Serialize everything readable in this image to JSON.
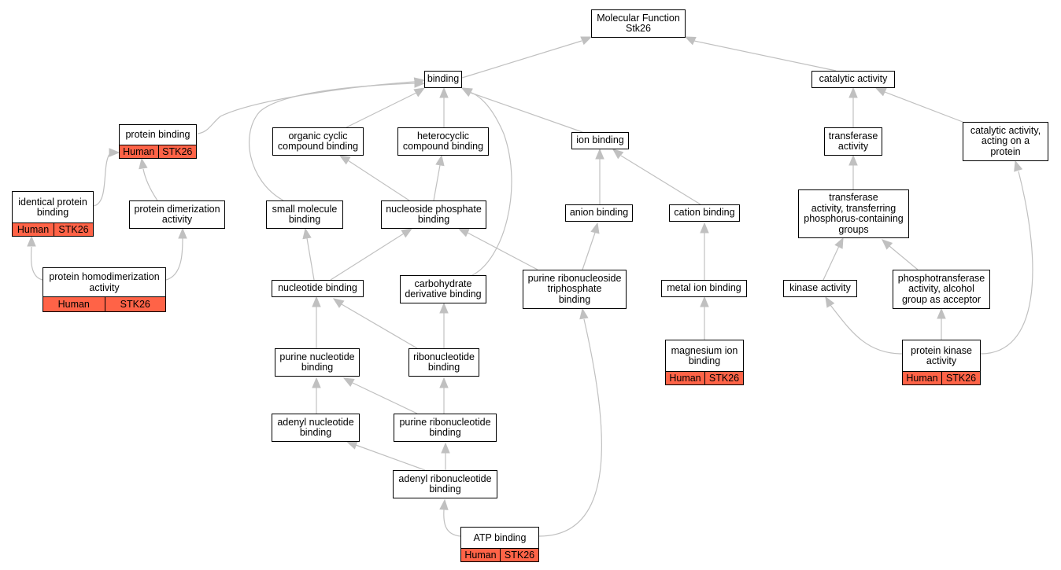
{
  "colors": {
    "annotated": "#ff6347",
    "edge": "#c0c0c0",
    "border": "#000000"
  },
  "nodes": {
    "mf": {
      "label": "Molecular Function\nStk26"
    },
    "binding": {
      "label": "binding"
    },
    "catalytic": {
      "label": "catalytic activity"
    },
    "protein_binding": {
      "label": "protein binding",
      "species": "Human",
      "gene": "STK26"
    },
    "organic_cyclic": {
      "label": "organic cyclic\ncompound binding"
    },
    "heterocyclic": {
      "label": "heterocyclic\ncompound binding"
    },
    "ion_binding": {
      "label": "ion binding"
    },
    "transferase": {
      "label": "transferase\nactivity"
    },
    "cat_protein": {
      "label": "catalytic activity,\nacting on a\nprotein"
    },
    "identical": {
      "label": "identical protein\nbinding",
      "species": "Human",
      "gene": "STK26"
    },
    "dimerization": {
      "label": "protein dimerization\nactivity"
    },
    "small_molecule": {
      "label": "small molecule\nbinding"
    },
    "nuc_phosphate": {
      "label": "nucleoside phosphate\nbinding"
    },
    "anion": {
      "label": "anion binding"
    },
    "cation": {
      "label": "cation binding"
    },
    "transferase_p": {
      "label": "transferase\nactivity, transferring\nphosphorus-containing\ngroups"
    },
    "homodimer": {
      "label": "protein homodimerization\nactivity",
      "species": "Human",
      "gene": "STK26"
    },
    "nucleotide": {
      "label": "nucleotide binding"
    },
    "carbohydrate": {
      "label": "carbohydrate\nderivative binding"
    },
    "purine_rtp": {
      "label": "purine ribonucleoside\ntriphosphate\nbinding"
    },
    "metal_ion": {
      "label": "metal ion binding"
    },
    "kinase": {
      "label": "kinase activity"
    },
    "phosphotransferase": {
      "label": "phosphotransferase\nactivity, alcohol\ngroup as acceptor"
    },
    "purine_nuc": {
      "label": "purine nucleotide\nbinding"
    },
    "ribonucleotide": {
      "label": "ribonucleotide\nbinding"
    },
    "magnesium": {
      "label": "magnesium ion\nbinding",
      "species": "Human",
      "gene": "STK26"
    },
    "pkinase": {
      "label": "protein kinase\nactivity",
      "species": "Human",
      "gene": "STK26"
    },
    "adenyl_nuc": {
      "label": "adenyl nucleotide\nbinding"
    },
    "purine_ribonuc": {
      "label": "purine ribonucleotide\nbinding"
    },
    "adenyl_ribonuc": {
      "label": "adenyl ribonucleotide\nbinding"
    },
    "atp": {
      "label": "ATP binding",
      "species": "Human",
      "gene": "STK26"
    }
  }
}
